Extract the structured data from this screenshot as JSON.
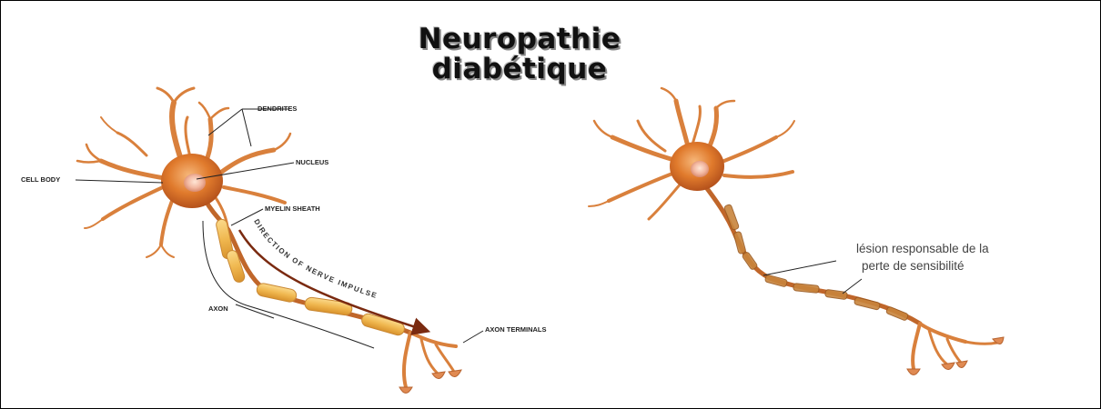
{
  "title": {
    "line1": "Neuropathie",
    "line2": "diabétique"
  },
  "healthy_neuron_labels": {
    "dendrites": "DENDRITES",
    "nucleus": "NUCLEUS",
    "cell_body": "CELL BODY",
    "myelin_sheath": "MYELIN SHEATH",
    "axon": "AXON",
    "axon_terminals": "AXON TERMINALS",
    "direction": "DIRECTION OF NERVE IMPULSE"
  },
  "damaged_neuron_note": {
    "line1": "lésion responsable de la",
    "line2": "perte de sensibilité"
  },
  "colors": {
    "neuron": "#d9803c",
    "cell_body": "#e07a2c",
    "myelin": "#f0b850",
    "damaged_myelin": "#c8843c",
    "arrow": "#7a2a10"
  }
}
